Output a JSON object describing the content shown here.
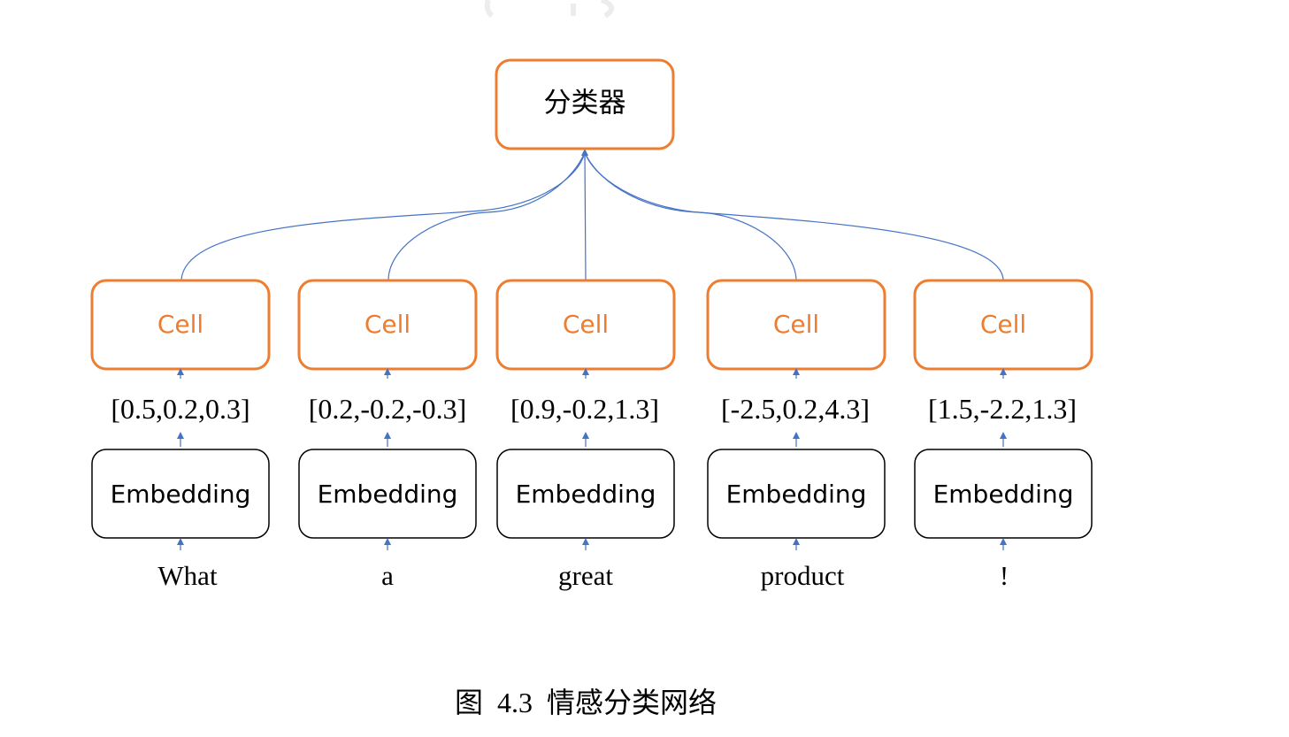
{
  "classifier": {
    "label": "分类器"
  },
  "columns": [
    {
      "cell_label": "Cell",
      "vector": "[0.5,0.2,0.3]",
      "embedding_label": "Embedding",
      "word": "What"
    },
    {
      "cell_label": "Cell",
      "vector": "[0.2,-0.2,-0.3]",
      "embedding_label": "Embedding",
      "word": "a"
    },
    {
      "cell_label": "Cell",
      "vector": "[0.9,-0.2,1.3]",
      "embedding_label": "Embedding",
      "word": "great"
    },
    {
      "cell_label": "Cell",
      "vector": "[-2.5,0.2,4.3]",
      "embedding_label": "Embedding",
      "word": "product"
    },
    {
      "cell_label": "Cell",
      "vector": "[1.5,-2.2,1.3]",
      "embedding_label": "Embedding",
      "word": "!"
    }
  ],
  "caption": "图  4.3  情感分类网络",
  "colors": {
    "cell_border": "#ED7D31",
    "cell_text": "#ED7D31",
    "embedding_border": "#000000",
    "connector": "#4472C4",
    "text": "#000000"
  }
}
